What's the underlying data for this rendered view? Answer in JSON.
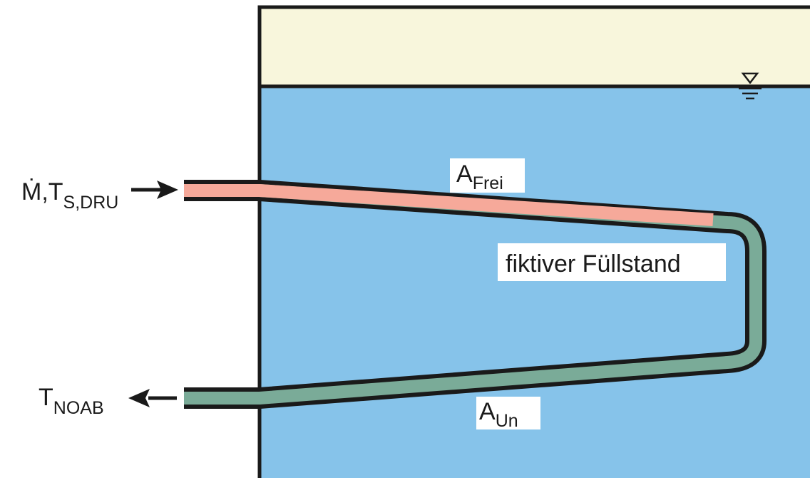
{
  "colors": {
    "steam_zone": "#f8f6dc",
    "water": "#86c3ea",
    "tube_superheat": "#f6a99a",
    "tube_subcooled": "#7aab98",
    "outline": "#1a1a1a",
    "label_bg": "#ffffff"
  },
  "labels": {
    "inlet": {
      "main": "Ṁ,T",
      "sub": "S,DRU"
    },
    "outlet": {
      "main": "T",
      "sub": "NOAB"
    },
    "area_free": {
      "main": "A",
      "sub": "Frei"
    },
    "area_sub": {
      "main": "A",
      "sub": "Un"
    },
    "level": "fiktiver Füllstand"
  },
  "icons": {
    "water_level": "water-level-triangle-icon",
    "inlet_arrow": "arrow-right-icon",
    "outlet_arrow": "arrow-left-icon"
  }
}
